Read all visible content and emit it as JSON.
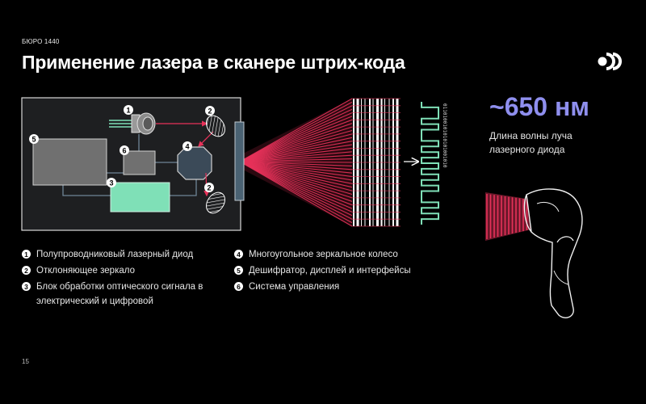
{
  "header": {
    "brand": "БЮРО 1440",
    "title": "Применение лазера в сканере штрих-кода"
  },
  "callout": {
    "value": "~650 нм",
    "caption": "Длина волны луча лазерного диода"
  },
  "diagram": {
    "markers": [
      "1",
      "2",
      "2",
      "3",
      "4",
      "5",
      "6"
    ],
    "binary_string": "0110100101010101001010"
  },
  "legend": [
    {
      "num": "1",
      "text": "Полупроводниковый лазерный диод"
    },
    {
      "num": "2",
      "text": "Отклоняющее зеркало"
    },
    {
      "num": "3",
      "text": "Блок обработки оптического сигнала в электрический и цифровой"
    },
    {
      "num": "4",
      "text": "Многоугольное зеркальное колесо"
    },
    {
      "num": "5",
      "text": "Дешифратор, дисплей и интерфейсы"
    },
    {
      "num": "6",
      "text": "Система управления"
    }
  ],
  "footer": {
    "page": "15"
  },
  "colors": {
    "background": "#000000",
    "laser": "#e8325a",
    "accent_value": "#8f8fee",
    "module_3": "#7fe0b7",
    "octagon": "#3b4a58"
  }
}
